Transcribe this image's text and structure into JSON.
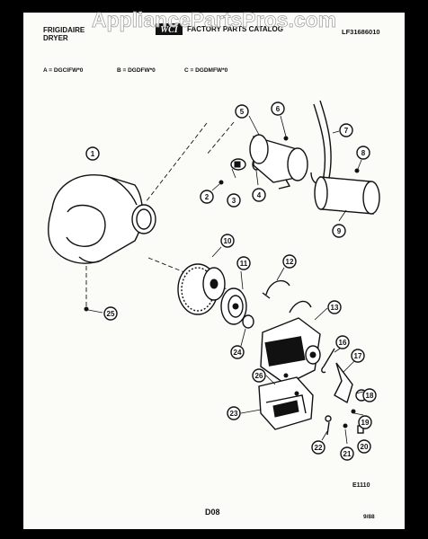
{
  "header": {
    "brand_line1": "FRIGIDAIRE",
    "brand_line2": "DRYER",
    "logo_text": "WCI",
    "catalog_title": "FACTORY PARTS CATALOG",
    "catalog_number": "LF31686010"
  },
  "watermark": "AppliancePartsPros.com",
  "models": {
    "a": "A = DGCIFW*0",
    "b": "B = DGDFW*0",
    "c": "C = DGDMFW*0"
  },
  "callouts": [
    "1",
    "2",
    "3",
    "4",
    "5",
    "6",
    "7",
    "8",
    "9",
    "10",
    "11",
    "12",
    "13",
    "16",
    "17",
    "18",
    "19",
    "20",
    "21",
    "22",
    "23",
    "24",
    "25",
    "26"
  ],
  "footer": {
    "diagram_code": "E1110",
    "page_code": "D08",
    "date": "9/88"
  }
}
